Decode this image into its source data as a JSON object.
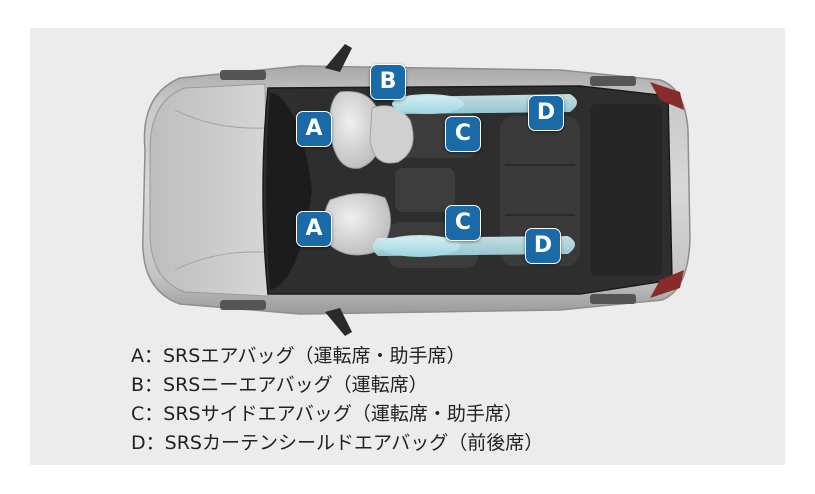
{
  "badges": {
    "driver_front": "A",
    "passenger_front": "A",
    "knee": "B",
    "side_right": "C",
    "side_left": "C",
    "curtain_right": "D",
    "curtain_left": "D"
  },
  "legend": [
    "A：SRSエアバッグ（運転席・助手席）",
    "B：SRSニーエアバッグ（運転席）",
    "C：SRSサイドエアバッグ（運転席・助手席）",
    "D：SRSカーテンシールドエアバッグ（前後席）"
  ],
  "colors": {
    "background": "#ececec",
    "badge": "#1a6aa8",
    "airbag": "#bfe6ee",
    "text": "#222222"
  }
}
